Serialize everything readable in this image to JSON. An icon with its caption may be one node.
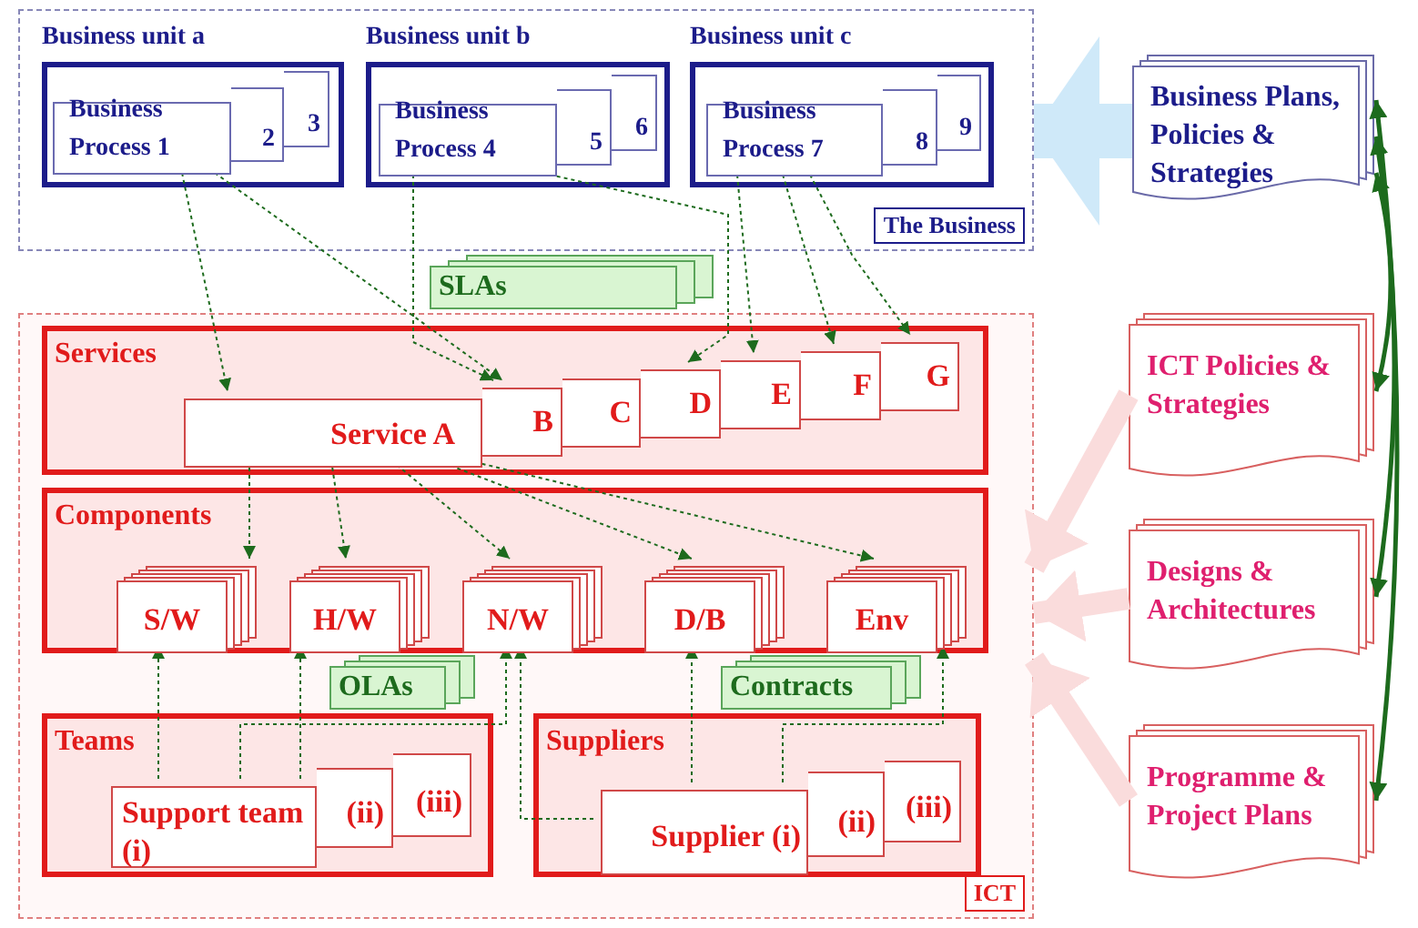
{
  "diagram": {
    "nodes": [
      {
        "text": [
          "The Business"
        ]
      },
      {
        "text": [
          "Business unit a"
        ],
        "in": 0
      },
      {
        "text": [
          "Business Process 1"
        ],
        "in": 1
      },
      {
        "text": [
          "2"
        ],
        "in": 1
      },
      {
        "text": [
          "3"
        ],
        "in": 1
      },
      {
        "text": [
          "Business unit b"
        ],
        "in": 0
      },
      {
        "text": [
          "Business Process 4"
        ],
        "in": 5
      },
      {
        "text": [
          "5"
        ],
        "in": 5
      },
      {
        "text": [
          "6"
        ],
        "in": 5
      },
      {
        "text": [
          "Business unit c"
        ],
        "in": 0
      },
      {
        "text": [
          "Business Process 7"
        ],
        "in": 9
      },
      {
        "text": [
          "8"
        ],
        "in": 9
      },
      {
        "text": [
          "9"
        ],
        "in": 9
      },
      {
        "text": [
          "ICT"
        ]
      },
      {
        "text": [
          "SLAs"
        ]
      },
      {
        "text": [
          "Services"
        ],
        "in": 13
      },
      {
        "text": [
          "Service A"
        ],
        "in": 15
      },
      {
        "text": [
          "B"
        ],
        "in": 15
      },
      {
        "text": [
          "C"
        ],
        "in": 15
      },
      {
        "text": [
          "D"
        ],
        "in": 15
      },
      {
        "text": [
          "E"
        ],
        "in": 15
      },
      {
        "text": [
          "F"
        ],
        "in": 15
      },
      {
        "text": [
          "G"
        ],
        "in": 15
      },
      {
        "text": [
          "Components"
        ],
        "in": 13
      },
      {
        "text": [
          "S/W"
        ],
        "in": 23
      },
      {
        "text": [
          "H/W"
        ],
        "in": 23
      },
      {
        "text": [
          "N/W"
        ],
        "in": 23
      },
      {
        "text": [
          "D/B"
        ],
        "in": 23
      },
      {
        "text": [
          "Env"
        ],
        "in": 23
      },
      {
        "text": [
          "OLAs"
        ],
        "in": 13
      },
      {
        "text": [
          "Contracts"
        ],
        "in": 13
      },
      {
        "text": [
          "Teams"
        ],
        "in": 13
      },
      {
        "text": [
          "Support team (i)"
        ],
        "in": 31
      },
      {
        "text": [
          "(ii)"
        ],
        "in": 31
      },
      {
        "text": [
          "(iii)"
        ],
        "in": 31
      },
      {
        "text": [
          "Suppliers"
        ],
        "in": 13
      },
      {
        "text": [
          "Supplier (i)"
        ],
        "in": 35
      },
      {
        "text": [
          "(ii)"
        ],
        "in": 35
      },
      {
        "text": [
          "(iii)"
        ],
        "in": 35
      },
      {
        "text": [
          "Business Plans, Policies & Strategies"
        ]
      },
      {
        "text": [
          "ICT Policies & Strategies"
        ]
      },
      {
        "text": [
          "Designs & Architectures"
        ]
      },
      {
        "text": [
          "Programme & Project Plans"
        ]
      }
    ],
    "edges": [
      {
        "from": 2,
        "to": 16,
        "arrow": "to",
        "style": "dashed"
      },
      {
        "from": 2,
        "to": 17,
        "arrow": "to",
        "style": "dashed"
      },
      {
        "from": 6,
        "to": 17,
        "arrow": "to",
        "style": "dashed"
      },
      {
        "from": 6,
        "to": 19,
        "arrow": "to",
        "style": "dashed"
      },
      {
        "from": 10,
        "to": 20,
        "arrow": "to",
        "style": "dashed"
      },
      {
        "from": 10,
        "to": 21,
        "arrow": "to",
        "style": "dashed"
      },
      {
        "from": 10,
        "to": 22,
        "arrow": "to",
        "style": "dashed"
      },
      {
        "from": 16,
        "to": 24,
        "arrow": "to",
        "style": "dashed"
      },
      {
        "from": 16,
        "to": 25,
        "arrow": "to",
        "style": "dashed"
      },
      {
        "from": 16,
        "to": 26,
        "arrow": "to",
        "style": "dashed"
      },
      {
        "from": 16,
        "to": 27,
        "arrow": "to",
        "style": "dashed"
      },
      {
        "from": 16,
        "to": 28,
        "arrow": "to",
        "style": "dashed"
      },
      {
        "from": 32,
        "to": 24,
        "arrow": "to",
        "style": "dashed"
      },
      {
        "from": 32,
        "to": 25,
        "arrow": "to",
        "style": "dashed"
      },
      {
        "from": 32,
        "to": 26,
        "arrow": "to",
        "style": "dashed"
      },
      {
        "from": 36,
        "to": 26,
        "arrow": "to",
        "style": "dashed"
      },
      {
        "from": 36,
        "to": 27,
        "arrow": "to",
        "style": "dashed"
      },
      {
        "from": 36,
        "to": 28,
        "arrow": "to",
        "style": "dashed"
      },
      {
        "from": 39,
        "to": 0,
        "arrow": "to",
        "style": "thick",
        "color": "#cfe9f9"
      },
      {
        "from": 40,
        "to": 13,
        "arrow": "to",
        "style": "thick",
        "color": "#fadcdc"
      },
      {
        "from": 41,
        "to": 13,
        "arrow": "to",
        "style": "thick",
        "color": "#fadcdc"
      },
      {
        "from": 42,
        "to": 13,
        "arrow": "to",
        "style": "thick",
        "color": "#fadcdc"
      },
      {
        "from": 39,
        "to": 40,
        "arrow": "both",
        "style": "thick"
      },
      {
        "from": 39,
        "to": 41,
        "arrow": "both",
        "style": "thick"
      },
      {
        "from": 39,
        "to": 42,
        "arrow": "both",
        "style": "thick"
      }
    ]
  }
}
